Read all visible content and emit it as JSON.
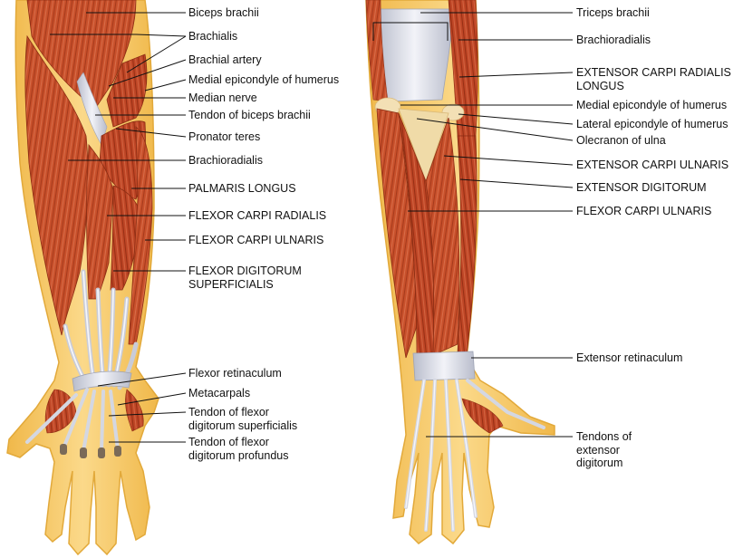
{
  "colors": {
    "skin": "#f5c862",
    "skin_edge": "#e2a93a",
    "muscle": "#c8502b",
    "muscle_dark": "#9a3418",
    "muscle_light": "#e0805a",
    "tendon": "#e4e6ee",
    "tendon_shade": "#b8bccb",
    "leader_line": "#111111"
  },
  "anterior_view": {
    "labels": [
      {
        "id": "biceps-brachii",
        "text": "Biceps brachii"
      },
      {
        "id": "brachialis",
        "text": "Brachialis"
      },
      {
        "id": "brachial-artery",
        "text": "Brachial artery"
      },
      {
        "id": "medial-epicondyle-of-humerus",
        "text": "Medial epicondyle of humerus"
      },
      {
        "id": "median-nerve",
        "text": "Median nerve"
      },
      {
        "id": "tendon-of-biceps-brachii",
        "text": "Tendon of biceps brachii"
      },
      {
        "id": "pronator-teres",
        "text": "Pronator teres"
      },
      {
        "id": "brachioradialis",
        "text": "Brachioradialis"
      },
      {
        "id": "palmaris-longus",
        "text": "PALMARIS LONGUS"
      },
      {
        "id": "flexor-carpi-radialis",
        "text": "FLEXOR CARPI RADIALIS"
      },
      {
        "id": "flexor-carpi-ulnaris",
        "text": "FLEXOR CARPI ULNARIS"
      },
      {
        "id": "flexor-digitorum-superficialis",
        "text": "FLEXOR DIGITORUM\nSUPERFICIALIS"
      },
      {
        "id": "flexor-retinaculum",
        "text": "Flexor retinaculum"
      },
      {
        "id": "metacarpals",
        "text": "Metacarpals"
      },
      {
        "id": "tendon-of-flexor-digitorum-superficialis",
        "text": "Tendon of flexor\ndigitorum superficialis"
      },
      {
        "id": "tendon-of-flexor-digitorum-profundus",
        "text": "Tendon of flexor\ndigitorum profundus"
      }
    ]
  },
  "posterior_view": {
    "labels": [
      {
        "id": "triceps-brachii",
        "text": "Triceps brachii"
      },
      {
        "id": "brachioradialis",
        "text": "Brachioradialis"
      },
      {
        "id": "extensor-carpi-radialis-longus",
        "text": "EXTENSOR CARPI RADIALIS\nLONGUS"
      },
      {
        "id": "medial-epicondyle-of-humerus",
        "text": "Medial epicondyle of humerus"
      },
      {
        "id": "lateral-epicondyle-of-humerus",
        "text": "Lateral epicondyle of humerus"
      },
      {
        "id": "olecranon-of-ulna",
        "text": "Olecranon of ulna"
      },
      {
        "id": "extensor-carpi-ulnaris",
        "text": "EXTENSOR CARPI ULNARIS"
      },
      {
        "id": "extensor-digitorum",
        "text": "EXTENSOR DIGITORUM"
      },
      {
        "id": "flexor-carpi-ulnaris",
        "text": "FLEXOR CARPI ULNARIS"
      },
      {
        "id": "extensor-retinaculum",
        "text": "Extensor retinaculum"
      },
      {
        "id": "tendons-of-extensor-digitorum",
        "text": "Tendons of\nextensor\ndigitorum"
      }
    ]
  }
}
